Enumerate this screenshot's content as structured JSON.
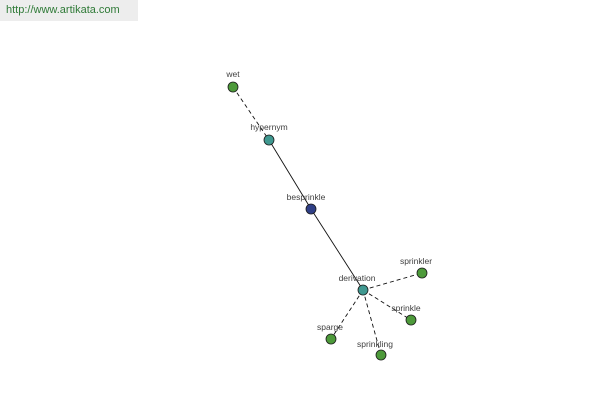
{
  "source_url": "http://www.artikata.com",
  "colors": {
    "background": "#ffffff",
    "banner_bg": "#ededed",
    "banner_text": "#2f7a37",
    "edge": "#111111",
    "node_green": "#4d9a3a",
    "node_teal": "#3f9890",
    "node_navy": "#2f3f86",
    "node_stroke": "#1b1b1b",
    "label_text": "#404040"
  },
  "graph": {
    "nodes": [
      {
        "id": "wet",
        "label": "wet",
        "color": "green"
      },
      {
        "id": "hypernym",
        "label": "hypernym",
        "color": "teal"
      },
      {
        "id": "besprinkle",
        "label": "besprinkle",
        "color": "navy"
      },
      {
        "id": "derivation",
        "label": "derivation",
        "color": "teal"
      },
      {
        "id": "sprinkler",
        "label": "sprinkler",
        "color": "green"
      },
      {
        "id": "sprinkle",
        "label": "sprinkle",
        "color": "green"
      },
      {
        "id": "sparge",
        "label": "sparge",
        "color": "green"
      },
      {
        "id": "sprinkling",
        "label": "sprinkling",
        "color": "green"
      }
    ],
    "edges": [
      {
        "from": "wet",
        "to": "hypernym",
        "style": "dashed"
      },
      {
        "from": "hypernym",
        "to": "besprinkle",
        "style": "solid"
      },
      {
        "from": "besprinkle",
        "to": "derivation",
        "style": "solid"
      },
      {
        "from": "derivation",
        "to": "sprinkler",
        "style": "dashed"
      },
      {
        "from": "derivation",
        "to": "sprinkle",
        "style": "dashed"
      },
      {
        "from": "derivation",
        "to": "sparge",
        "style": "dashed"
      },
      {
        "from": "derivation",
        "to": "sprinkling",
        "style": "dashed"
      }
    ]
  }
}
